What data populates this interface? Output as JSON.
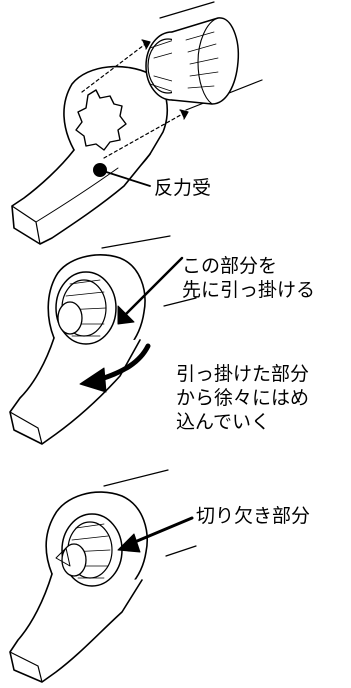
{
  "step1": {
    "label": "反力受"
  },
  "step2": {
    "hook_label_lines": [
      "この部分を",
      "先に引っ掛ける"
    ],
    "fit_label_lines": [
      "引っ掛けた部分",
      "から徐々にはめ",
      "込んでいく"
    ]
  },
  "step3": {
    "label": "切り欠き部分"
  }
}
